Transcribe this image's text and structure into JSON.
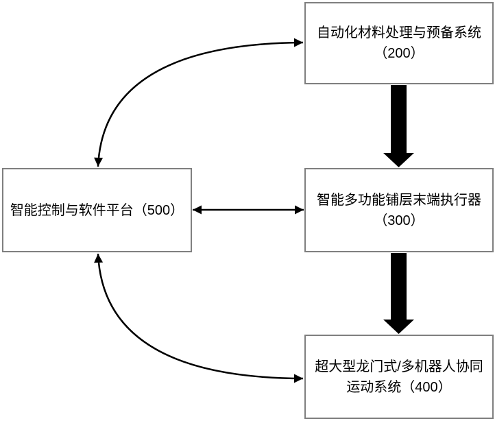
{
  "figure": {
    "background_color": "#ffffff",
    "box_fill_color": "#ffffff",
    "box_border_color": "#7f7f7f",
    "arrow_color": "#000000",
    "text_color": "#000000"
  },
  "boxes": {
    "material": {
      "line1": "自动化材料处理与预备系统",
      "line2": "（200）"
    },
    "control": {
      "line1": "智能控制与软件平台（500）"
    },
    "effector": {
      "line1": "智能多功能铺层末端执行器",
      "line2": "（300）"
    },
    "gantry": {
      "line1": "超大型龙门式/多机器人协同",
      "line2": "运动系统（400）"
    }
  },
  "connections": [
    {
      "from": "control",
      "to": "material",
      "style": "thin-curved",
      "bidirectional": true
    },
    {
      "from": "material",
      "to": "effector",
      "style": "thick-straight",
      "bidirectional": false
    },
    {
      "from": "control",
      "to": "effector",
      "style": "thin-straight",
      "bidirectional": true
    },
    {
      "from": "effector",
      "to": "gantry",
      "style": "thick-straight",
      "bidirectional": false
    },
    {
      "from": "control",
      "to": "gantry",
      "style": "thin-curved",
      "bidirectional": true
    }
  ]
}
